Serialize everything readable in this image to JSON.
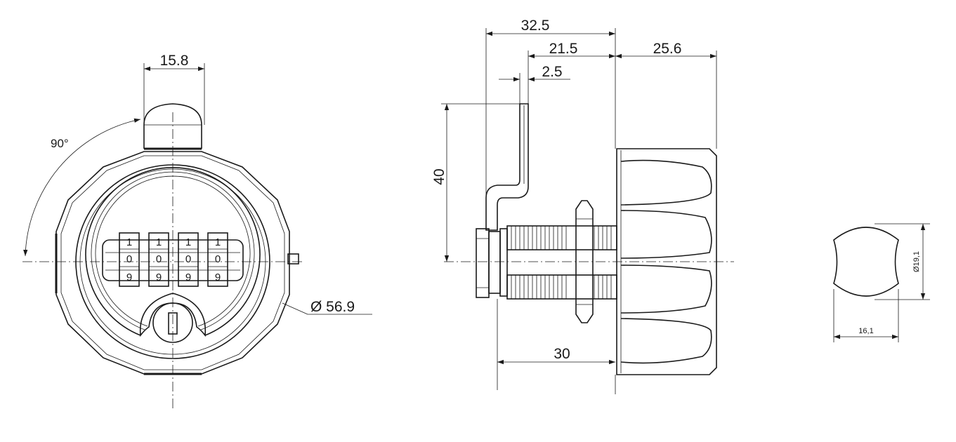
{
  "front_view": {
    "dim_width": "15.8",
    "dim_angle": "90°",
    "dim_diameter": "Ø 56.9",
    "dial_digits": [
      "1",
      "0",
      "9"
    ]
  },
  "side_view": {
    "dim_overall": "32.5",
    "dim_cam_offset": "21.5",
    "dim_cam_thickness": "2.5",
    "dim_knob": "25.6",
    "dim_height": "40",
    "dim_thread": "30"
  },
  "section_view": {
    "dim_diameter": "Ø19,1",
    "dim_flat": "16,1"
  },
  "colors": {
    "line": "#1a1a1a",
    "background": "#ffffff"
  }
}
